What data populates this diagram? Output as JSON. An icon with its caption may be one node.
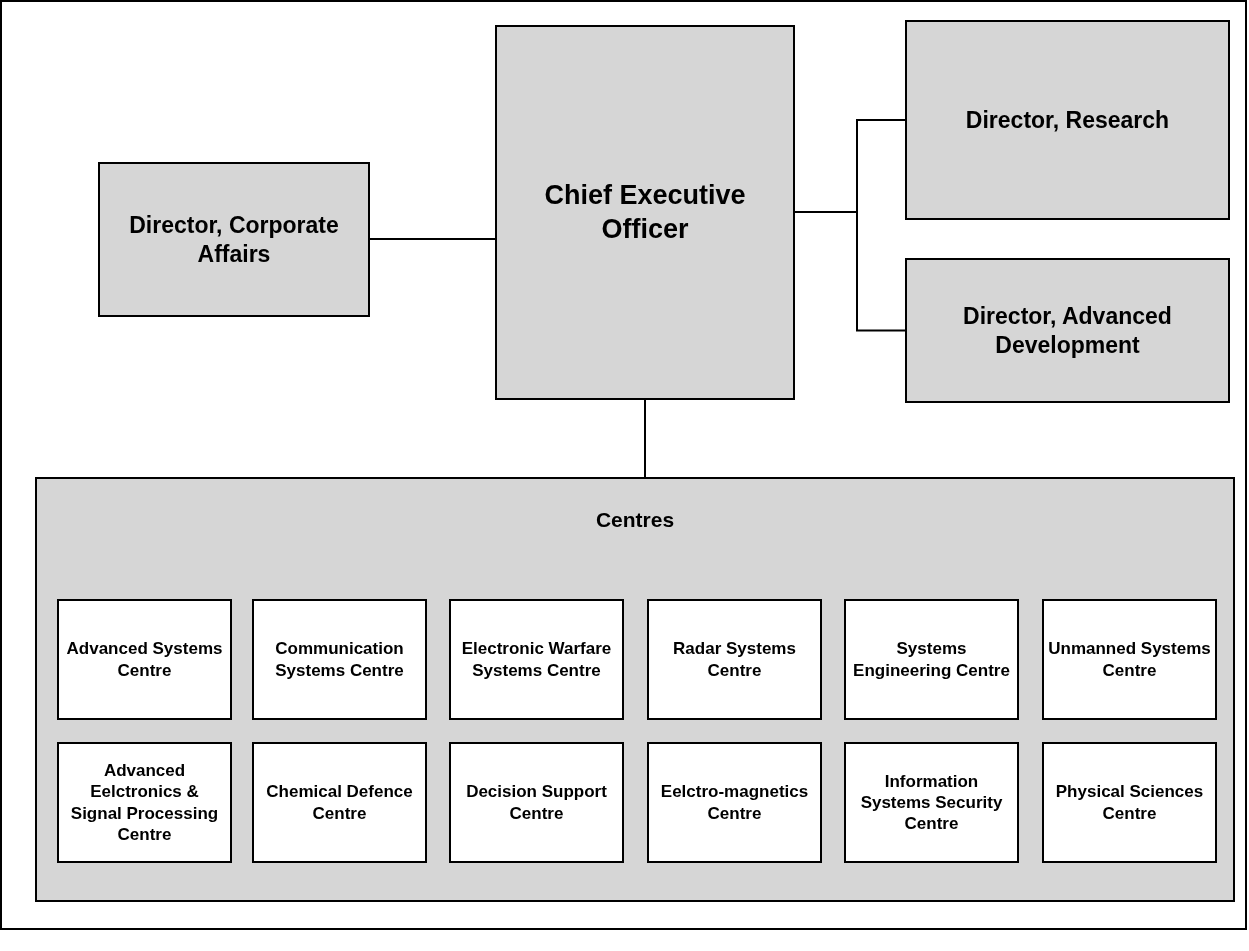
{
  "diagram": {
    "nodes": [
      {
        "text": [
          "Director, Corporate Affairs"
        ]
      },
      {
        "text": [
          "Chief Executive Officer"
        ]
      },
      {
        "text": [
          "Director, Research"
        ]
      },
      {
        "text": [
          "Director, Advanced Development"
        ]
      },
      {
        "text": [
          "Centres"
        ]
      },
      {
        "text": [
          "Advanced Systems Centre"
        ],
        "in": 4
      },
      {
        "text": [
          "Communication Systems Centre"
        ],
        "in": 4
      },
      {
        "text": [
          "Electronic Warfare Systems Centre"
        ],
        "in": 4
      },
      {
        "text": [
          "Radar Systems Centre"
        ],
        "in": 4
      },
      {
        "text": [
          "Systems Engineering Centre"
        ],
        "in": 4
      },
      {
        "text": [
          "Unmanned Systems Centre"
        ],
        "in": 4
      },
      {
        "text": [
          "Advanced Eelctronics & Signal Processing Centre"
        ],
        "in": 4
      },
      {
        "text": [
          "Chemical Defence Centre"
        ],
        "in": 4
      },
      {
        "text": [
          "Decision Support Centre"
        ],
        "in": 4
      },
      {
        "text": [
          "Eelctro-magnetics Centre"
        ],
        "in": 4
      },
      {
        "text": [
          "Information Systems Security Centre"
        ],
        "in": 4
      },
      {
        "text": [
          "Physical Sciences Centre"
        ],
        "in": 4
      }
    ],
    "edges": [
      {
        "from": 0,
        "to": 1,
        "arrow": "none"
      },
      {
        "from": 1,
        "to": 2,
        "arrow": "none"
      },
      {
        "from": 1,
        "to": 3,
        "arrow": "none"
      },
      {
        "from": 1,
        "to": 4,
        "arrow": "none"
      }
    ]
  }
}
